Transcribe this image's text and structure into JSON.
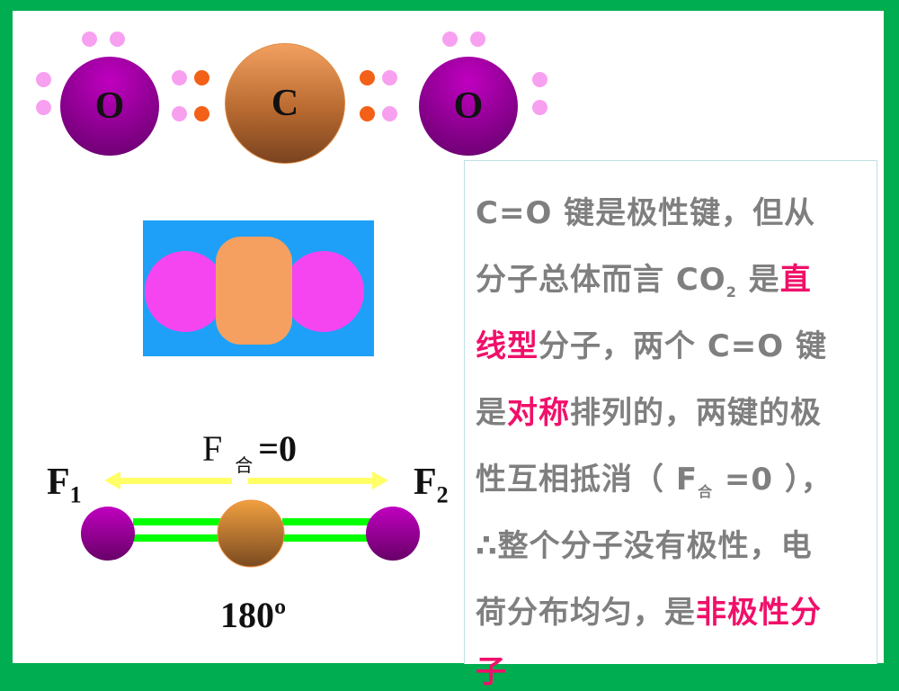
{
  "lewis": {
    "left_o": "O",
    "carbon": "C",
    "right_o": "O"
  },
  "force": {
    "f1": "F",
    "f1_sub": "1",
    "f2": "F",
    "f2_sub": "2",
    "resultant": "F",
    "resultant_sub": "合",
    "resultant_value": "=0",
    "angle": "180º"
  },
  "colors": {
    "oxygen": "#8b008b",
    "carbon": "#b86a30",
    "bond": "#00ff00",
    "arrow": "#ffff66",
    "highlight": "#f0106a",
    "text": "#7f7f7f",
    "border": "#00ad50"
  },
  "text": {
    "l1": "C=O 键是极性键，但从",
    "l2a": "分子总体而言 CO",
    "l2sub": "2",
    "l2b": " 是",
    "l2c": "直",
    "l3a": "线型",
    "l3b": "分子，两个 C=O 键",
    "l4a": "是",
    "l4b": "对称",
    "l4c": "排列的，两键的极",
    "l5a": "性互相抵消（ F",
    "l5sub": "合",
    "l5b": " =0 ），",
    "l6": "∴整个分子没有极性，电",
    "l7a": "荷分布均匀，是",
    "l7b": "非极性分",
    "l8": "子"
  }
}
